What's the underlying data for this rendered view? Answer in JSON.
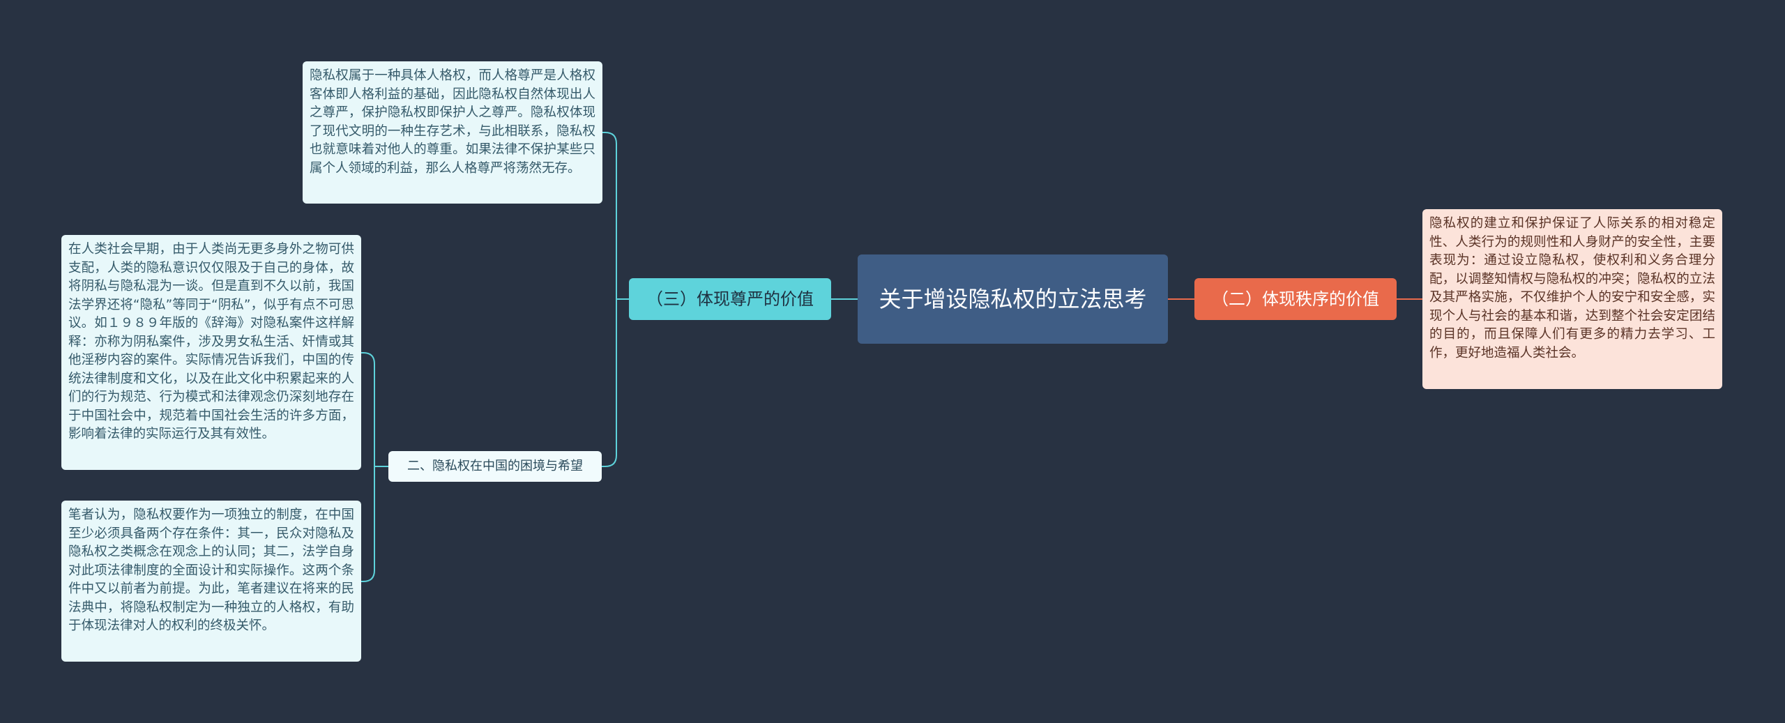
{
  "mindmap": {
    "root": {
      "label": "关于增设隐私权的立法思考"
    },
    "left_branch": {
      "label": "（三）体现尊严的价值",
      "color": "#5ed3db",
      "leaf": "隐私权属于一种具体人格权，而人格尊严是人格权客体即人格利益的基础，因此隐私权自然体现出人之尊严，保护隐私权即保护人之尊严。隐私权体现了现代文明的一种生存艺术，与此相联系，隐私权也就意味着对他人的尊重。如果法律不保护某些只属个人领域的利益，那么人格尊严将荡然无存。",
      "sub": {
        "label": "二、隐私权在中国的困境与希望",
        "leaves": [
          "在人类社会早期，由于人类尚无更多身外之物可供支配，人类的隐私意识仅仅限及于自己的身体，故将阴私与隐私混为一谈。但是直到不久以前，我国法学界还将“隐私”等同于“阴私”，似乎有点不可思议。如１９８９年版的《辞海》对隐私案件这样解释：亦称为阴私案件，涉及男女私生活、奸情或其他淫秽内容的案件。实际情况告诉我们，中国的传统法律制度和文化，以及在此文化中积累起来的人们的行为规范、行为模式和法律观念仍深刻地存在于中国社会中，规范着中国社会生活的许多方面，影响着法律的实际运行及其有效性。",
          "笔者认为，隐私权要作为一项独立的制度，在中国至少必须具备两个存在条件：其一，民众对隐私及隐私权之类概念在观念上的认同；其二，法学自身对此项法律制度的全面设计和实际操作。这两个条件中又以前者为前提。为此，笔者建议在将来的民法典中，将隐私权制定为一种独立的人格权，有助于体现法律对人的权利的终极关怀。"
        ]
      }
    },
    "right_branch": {
      "label": "（二）体现秩序的价值",
      "color": "#e96a4b",
      "leaf": "隐私权的建立和保护保证了人际关系的相对稳定性、人类行为的规则性和人身财产的安全性，主要表现为：通过设立隐私权，使权利和义务合理分配，以调整知情权与隐私权的冲突；隐私权的立法及其严格实施，不仅维护个人的安宁和安全感，实现个人与社会的基本和谐，达到整个社会安定团结的目的，而且保障人们有更多的精力去学习、工作，更好地造福人类社会。"
    },
    "colors": {
      "background": "#283242",
      "root": "#3f5d85",
      "cyan_line": "#5ed3db",
      "orange_line": "#e96a4b"
    }
  }
}
